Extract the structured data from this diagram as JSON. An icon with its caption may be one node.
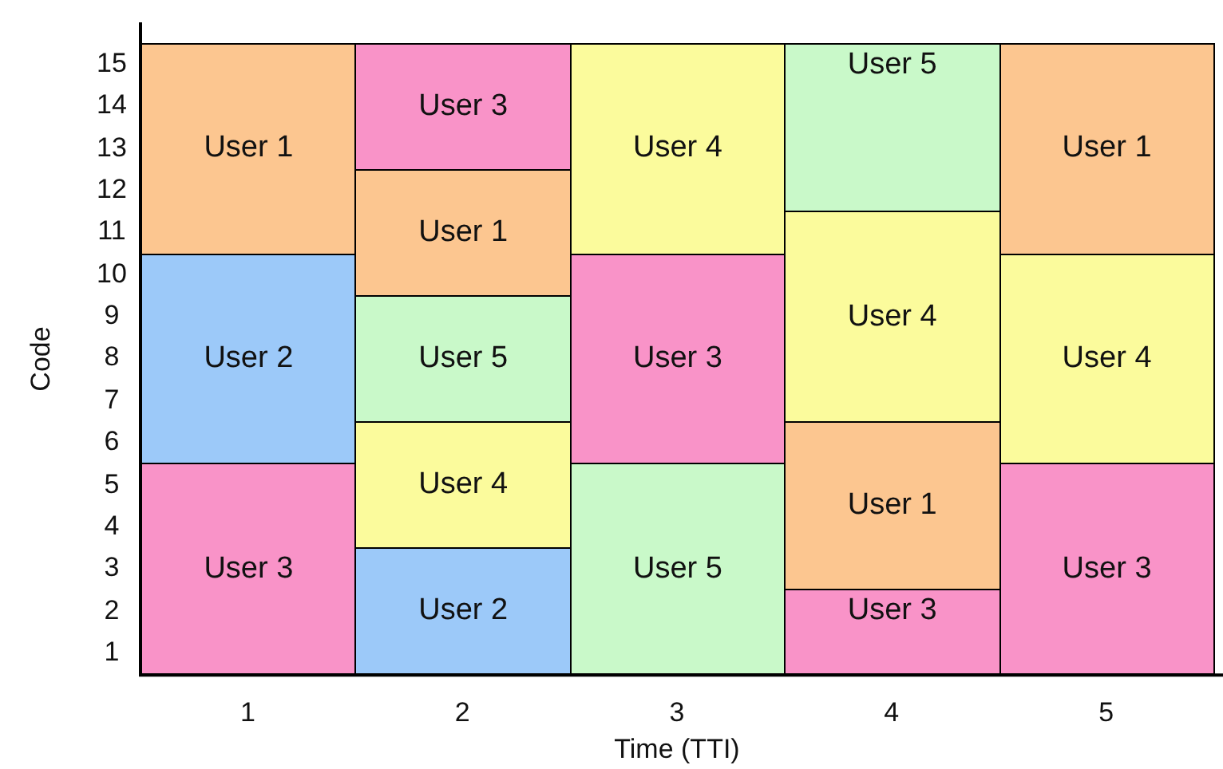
{
  "diagram": {
    "nodes": [
      {
        "text": [
          "User 1"
        ]
      },
      {
        "text": [
          "User 2"
        ]
      },
      {
        "text": [
          "User 3"
        ]
      },
      {
        "text": [
          "User 3"
        ]
      },
      {
        "text": [
          "User 1"
        ]
      },
      {
        "text": [
          "User 5"
        ]
      },
      {
        "text": [
          "User 4"
        ]
      },
      {
        "text": [
          "User 2"
        ]
      },
      {
        "text": [
          "User 4"
        ]
      },
      {
        "text": [
          "User 3"
        ]
      },
      {
        "text": [
          "User 5"
        ]
      },
      {
        "text": [
          "User 5"
        ]
      },
      {
        "text": [
          "User 4"
        ]
      },
      {
        "text": [
          "User 1"
        ]
      },
      {
        "text": [
          "User 3"
        ]
      },
      {
        "text": [
          "User 1"
        ]
      },
      {
        "text": [
          "User 4"
        ]
      },
      {
        "text": [
          "User 3"
        ]
      }
    ],
    "labels": [
      "15",
      "14",
      "13",
      "12",
      "11",
      "10",
      "9",
      "8",
      "7",
      "6",
      "5",
      "4",
      "3",
      "2",
      "1",
      "Code",
      "1",
      "2",
      "3",
      "4",
      "5",
      "Time (TTI)"
    ]
  }
}
